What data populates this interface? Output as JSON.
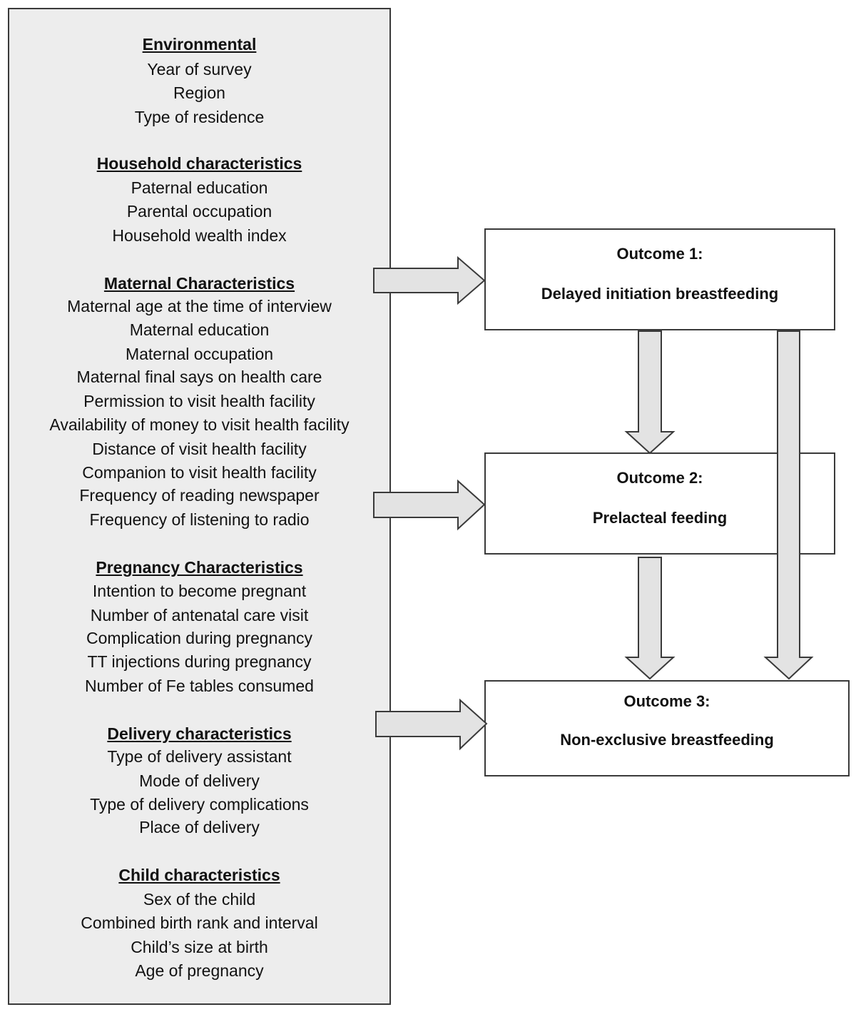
{
  "factor_groups": [
    {
      "heading": "Environmental",
      "items": [
        "Year of survey",
        "Region",
        "Type of residence"
      ]
    },
    {
      "heading": "Household characteristics",
      "items": [
        "Paternal education",
        "Parental occupation",
        "Household wealth index"
      ]
    },
    {
      "heading": "Maternal Characteristics",
      "items": [
        "Maternal age at the time of interview",
        "Maternal education",
        "Maternal occupation",
        "Maternal final says on health care",
        "Permission to visit health facility",
        "Availability of money to visit health facility",
        "Distance of visit health facility",
        "Companion to visit health facility",
        "Frequency of reading newspaper",
        "Frequency of listening to radio"
      ]
    },
    {
      "heading": "Pregnancy Characteristics",
      "items": [
        "Intention to become pregnant",
        "Number of antenatal care visit",
        "Complication during pregnancy",
        "TT injections during pregnancy",
        "Number of Fe tables consumed"
      ]
    },
    {
      "heading": "Delivery characteristics",
      "items": [
        "Type of delivery assistant",
        "Mode of delivery",
        "Type of delivery complications",
        "Place of delivery"
      ]
    },
    {
      "heading": "Child characteristics",
      "items": [
        "Sex of the child",
        "Combined birth rank and interval",
        "Child’s size at birth",
        "Age of pregnancy"
      ]
    }
  ],
  "outcomes": [
    {
      "label": "Outcome 1:",
      "name": "Delayed initiation breastfeeding"
    },
    {
      "label": "Outcome 2:",
      "name": "Prelacteal feeding"
    },
    {
      "label": "Outcome 3:",
      "name": "Non-exclusive breastfeeding"
    }
  ],
  "colors": {
    "panel_fill": "#ededed",
    "arrow_fill": "#e3e3e3",
    "border": "#3a3a3a"
  }
}
